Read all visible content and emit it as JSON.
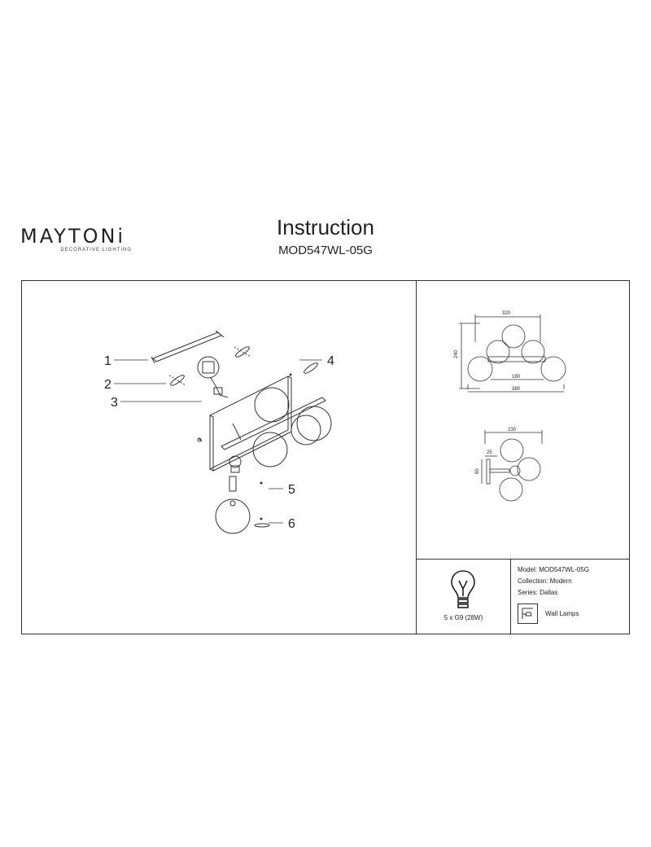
{
  "brand": {
    "name": "MAYTONi",
    "tagline": "DECORATIVE LIGHTING"
  },
  "header": {
    "title": "Instruction",
    "model_code": "MOD547WL-05G"
  },
  "assembly": {
    "callouts": [
      {
        "num": "1"
      },
      {
        "num": "2"
      },
      {
        "num": "3"
      },
      {
        "num": "4"
      },
      {
        "num": "5"
      },
      {
        "num": "6"
      }
    ]
  },
  "dimensions": {
    "front": {
      "width_top": "320",
      "height": "240",
      "span_inner": "180",
      "width_total": "380"
    },
    "side": {
      "depth": "230",
      "offset": "25",
      "plate": "60"
    }
  },
  "bulb": {
    "spec": "5 x G9 (28W)"
  },
  "info": {
    "model": "Model: MOD547WL-05G",
    "collection": "Collection: Modern",
    "series": "Series: Dallas",
    "category": "Wall Lamps"
  }
}
